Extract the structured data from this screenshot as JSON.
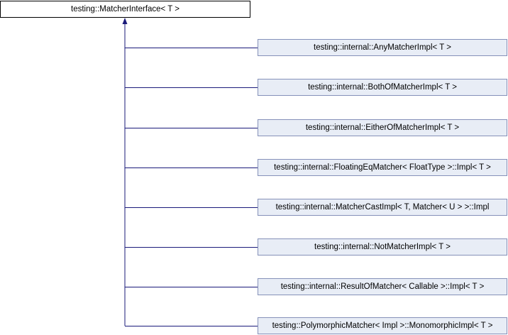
{
  "base_class": {
    "label": "testing::MatcherInterface< T >"
  },
  "derived_classes": [
    {
      "label": "testing::internal::AnyMatcherImpl< T >"
    },
    {
      "label": "testing::internal::BothOfMatcherImpl< T >"
    },
    {
      "label": "testing::internal::EitherOfMatcherImpl< T >"
    },
    {
      "label": "testing::internal::FloatingEqMatcher< FloatType >::Impl< T >"
    },
    {
      "label": "testing::internal::MatcherCastImpl< T, Matcher< U > >::Impl"
    },
    {
      "label": "testing::internal::NotMatcherImpl< T >"
    },
    {
      "label": "testing::internal::ResultOfMatcher< Callable >::Impl< T >"
    },
    {
      "label": "testing::PolymorphicMatcher< Impl >::MonomorphicImpl< T >"
    }
  ],
  "colors": {
    "edge": "#1a1a7a",
    "derived_fill": "#e8edf6",
    "derived_border": "#8591b9",
    "base_fill": "#ffffff",
    "base_border": "#000000"
  }
}
